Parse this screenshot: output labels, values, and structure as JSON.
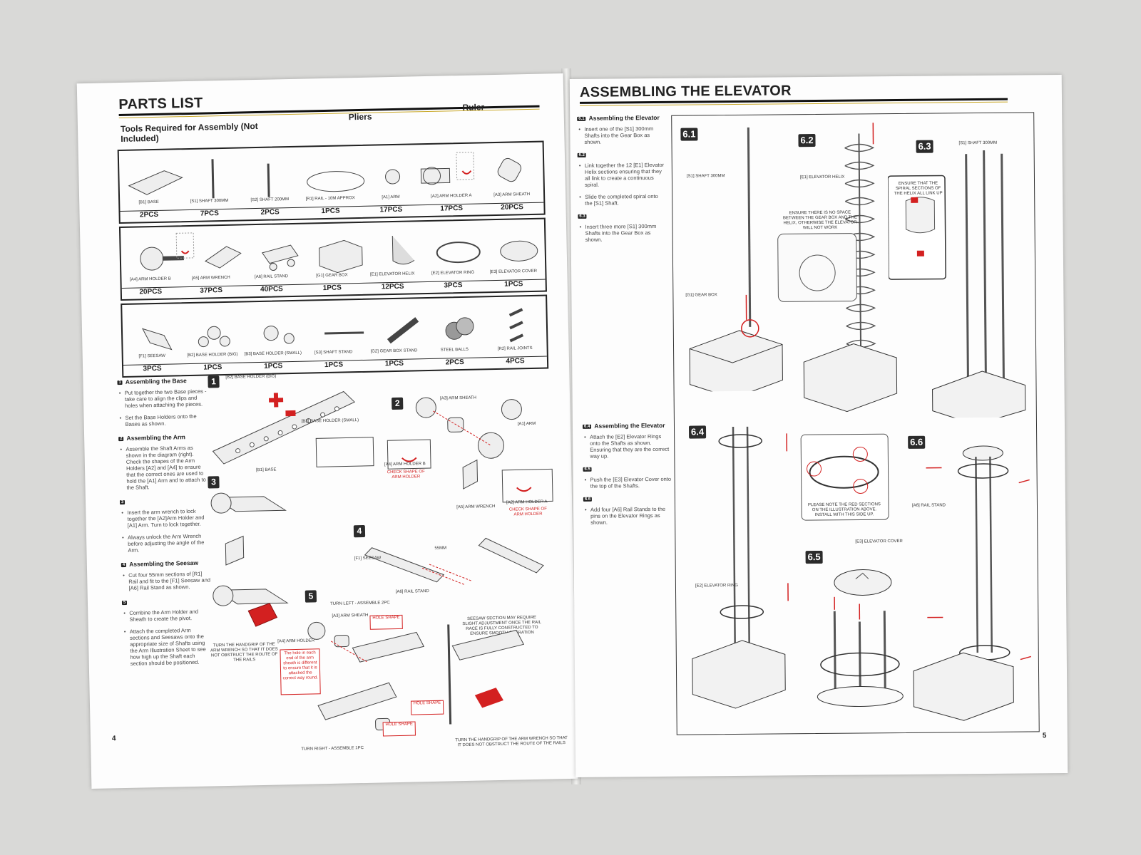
{
  "left": {
    "title": "PARTS LIST",
    "tools_heading": "Tools Required for Assembly (Not Included)",
    "tools": [
      "Pliers",
      "Ruler"
    ],
    "parts_rows": [
      [
        {
          "name": "[B1] BASE",
          "qty": "2PCS"
        },
        {
          "name": "[S1] SHAFT 300mm",
          "qty": "7PCS"
        },
        {
          "name": "[S2] SHAFT 200mm",
          "qty": "2PCS"
        },
        {
          "name": "[R1] RAIL - 10M approx",
          "qty": "1PCS"
        },
        {
          "name": "[A1] ARM",
          "qty": "17PCS"
        },
        {
          "name": "[A2] ARM HOLDER A",
          "qty": "17PCS"
        },
        {
          "name": "[A3] ARM SHEATH",
          "qty": "20PCS"
        }
      ],
      [
        {
          "name": "[A4] ARM HOLDER B",
          "qty": "20PCS"
        },
        {
          "name": "[A5] ARM WRENCH",
          "qty": "37PCS"
        },
        {
          "name": "[A6] RAIL STAND",
          "qty": "40PCS"
        },
        {
          "name": "[G1] GEAR BOX",
          "qty": "1PCS"
        },
        {
          "name": "[E1] ELEVATOR HELIX",
          "qty": "12PCS"
        },
        {
          "name": "[E2] ELEVATOR RING",
          "qty": "3PCS"
        },
        {
          "name": "[E3] ELEVATOR COVER",
          "qty": "1PCS"
        }
      ],
      [
        {
          "name": "[F1] SEESAW",
          "qty": "3PCS"
        },
        {
          "name": "[B2] BASE HOLDER (BIG)",
          "qty": "1PCS"
        },
        {
          "name": "[B3] BASE HOLDER (SMALL)",
          "qty": "1PCS"
        },
        {
          "name": "[S3] SHAFT STAND",
          "qty": "1PCS"
        },
        {
          "name": "[G2] GEAR BOX STAND",
          "qty": "1PCS"
        },
        {
          "name": "STEEL BALLS",
          "qty": "2PCS"
        },
        {
          "name": "[R2] RAIL JOINTS",
          "qty": "4PCS"
        }
      ]
    ],
    "instructions": [
      {
        "badge": "1",
        "heading": "Assembling the Base",
        "items": [
          "Put together the two Base pieces - take care to align the clips and holes when attaching the pieces.",
          "Set the Base Holders onto the Bases as shown."
        ]
      },
      {
        "badge": "2",
        "heading": "Assembling the Arm",
        "items": [
          "Assemble the Shaft Arms as shown in the diagram (right). Check the shapes of the Arm Holders [A2] and [A4] to ensure that the correct ones are used to hold the [A1] Arm and to attach to the Shaft."
        ]
      },
      {
        "badge": "3",
        "heading": "",
        "items": [
          "Insert the arm wrench to lock together the [A2]Arm Holder and [A1] Arm. Turn to lock together.",
          "Always unlock the Arm Wrench before adjusting the angle of the Arm."
        ]
      },
      {
        "badge": "4",
        "heading": "Assembling the Seesaw",
        "items": [
          "Cut four 55mm sections of [R1] Rail and fit to the [F1] Seesaw and [A6] Rail Stand as shown."
        ]
      },
      {
        "badge": "5",
        "heading": "",
        "items": [
          "Combine the Arm Holder and Sheath to create the pivot.",
          "Attach the completed Arm sections and Seesaws onto the appropriate size of Shafts using the Arm Illustration Sheet to see how high up the Shaft each section should be positioned."
        ]
      }
    ],
    "diagram_labels": {
      "s1": "[B2] BASE HOLDER (BIG)",
      "s1b": "[B3] BASE HOLDER (SMALL)",
      "s1c": "[B1] BASE",
      "s2a": "[A3] ARM SHEATH",
      "s2b": "[A1] ARM",
      "s2c": "[A4] ARM HOLDER B",
      "s2d": "CHECK SHAPE OF ARM HOLDER",
      "s2e": "[A5] ARM WRENCH",
      "s2f": "[A2] ARM HOLDER A",
      "s2g": "CHECK SHAPE OF ARM HOLDER",
      "s3": "TURN THE HANDGRIP OF THE ARM WRENCH SO THAT IT DOES NOT OBSTRUCT THE ROUTE OF THE RAILS",
      "s4a": "[F1] SEESAW",
      "s4b": "55mm",
      "s4c": "[A6] RAIL STAND",
      "s5a": "TURN LEFT - ASSEMBLE 2PC",
      "s5b": "[A3] ARM SHEATH",
      "s5c": "[A4] ARM HOLDER",
      "s5d": "HOLE SHAPE",
      "s5e": "The hole in each end of the arm sheath is different to ensure that it is attached the correct way round.",
      "s5f": "SEESAW SECTION MAY REQUIRE SLIGHT ADJUSTMENT ONCE THE RAIL RACE IS FULLY CONSTRUCTED TO ENSURE SMOOTH OPERATION",
      "s5g": "TURN RIGHT - ASSEMBLE 1PC",
      "s5h": "TURN THE HANDGRIP OF THE ARM WRENCH SO THAT IT DOES NOT OBSTRUCT THE ROUTE OF THE RAILS"
    },
    "step_numbers": [
      "1",
      "2",
      "3",
      "4",
      "5"
    ],
    "page_number": "4"
  },
  "right": {
    "title": "ASSEMBLING THE ELEVATOR",
    "instructions_top": [
      {
        "badge": "6.1",
        "heading": "Assembling the Elevator",
        "items": [
          "Insert one of the [S1] 300mm Shafts into the Gear Box as shown."
        ]
      },
      {
        "badge": "6.2",
        "heading": "",
        "items": [
          "Link together the 12 [E1] Elevator Helix sections ensuring that they all link to create a continuous spiral.",
          "Slide the completed spiral onto the [S1] Shaft."
        ]
      },
      {
        "badge": "6.3",
        "heading": "",
        "items": [
          "Insert three more [S1] 300mm Shafts into the Gear Box as shown."
        ]
      }
    ],
    "instructions_bottom": [
      {
        "badge": "6.4",
        "heading": "Assembling the Elevator",
        "items": [
          "Attach the [E2] Elevator Rings onto the Shafts as shown. Ensuring that they are the correct way up."
        ]
      },
      {
        "badge": "6.5",
        "heading": "",
        "items": [
          "Push the [E3] Elevator Cover onto the top of the Shafts."
        ]
      },
      {
        "badge": "6.6",
        "heading": "",
        "items": [
          "Add four [A6] Rail Stands to the pins on the Elevator Rings as shown."
        ]
      }
    ],
    "steps": [
      "6.1",
      "6.2",
      "6.3",
      "6.4",
      "6.5",
      "6.6"
    ],
    "diagram_labels": {
      "d61a": "[S1] SHAFT 300mm",
      "d61b": "[G1] GEAR BOX",
      "d62a": "[E1] ELEVATOR HELIX",
      "d62b": "ENSURE THERE IS NO SPACE BETWEEN THE GEAR BOX AND THE HELIX, OTHERWISE THE ELEVATOR WILL NOT WORK",
      "d63a": "[S1] SHAFT 300mm",
      "d63b": "ENSURE THAT THE SPIRAL SECTIONS OF THE HELIX ALL LINK UP",
      "d64a": "PLEASE NOTE THE RED SECTIONS ON THE ILLUSTRATION ABOVE. INSTALL WITH THIS SIDE UP.",
      "d64b": "[E2] ELEVATOR RING",
      "d65a": "[E3] ELEVATOR COVER",
      "d66a": "[A6] RAIL STAND"
    },
    "page_number": "5"
  },
  "colors": {
    "accent_red": "#d32020",
    "ink": "#222222",
    "rule_gold": "#caa92a"
  }
}
